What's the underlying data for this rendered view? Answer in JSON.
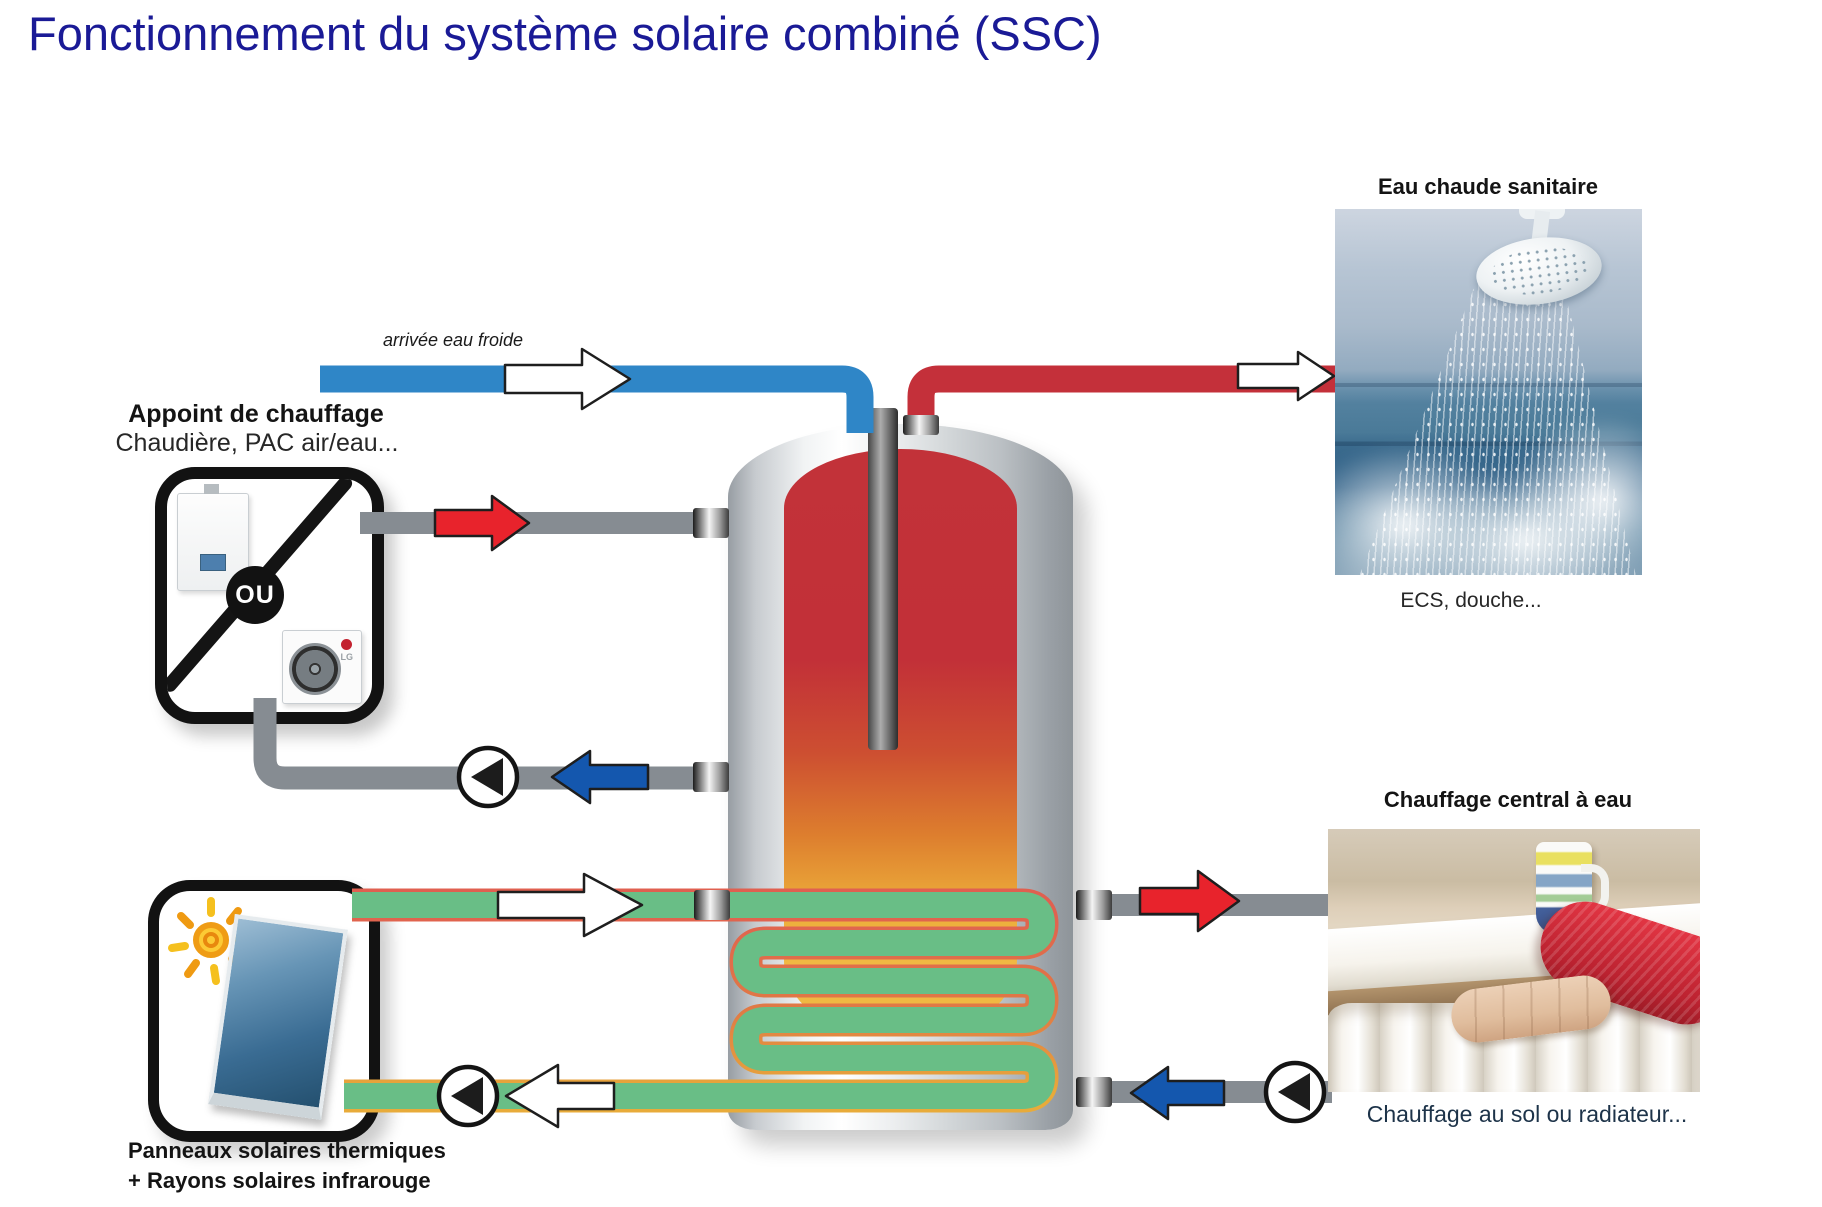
{
  "title": "Fonctionnement du système solaire combiné (SSC)",
  "labels": {
    "cold_water": "arrivée eau froide"
  },
  "auxiliary_heating": {
    "title": "Appoint de chauffage",
    "subtitle": "Chaudière, PAC air/eau...",
    "or_badge": "OU",
    "lg_logo": "LG"
  },
  "domestic_hot_water": {
    "title": "Eau chaude sanitaire",
    "caption": "ECS, douche..."
  },
  "central_heating": {
    "title": "Chauffage central à eau",
    "caption": "Chauffage au sol ou radiateur..."
  },
  "solar_panels": {
    "label_line1": "Panneaux solaires thermiques",
    "label_line2": "+ Rayons solaires infrarouge"
  },
  "colors": {
    "title_navy": "#1a1a96",
    "cold_water_blue": "#2f86c7",
    "hot_water_red": "#c4303a",
    "solar_green": "#69be86",
    "coil_edge_red": "#e06050",
    "pipe_gray": "#868c92",
    "arrow_red": "#e8232c",
    "arrow_blue": "#1457ae",
    "tank_hot_top": "#c23239",
    "tank_warm_bottom": "#f0b843"
  }
}
